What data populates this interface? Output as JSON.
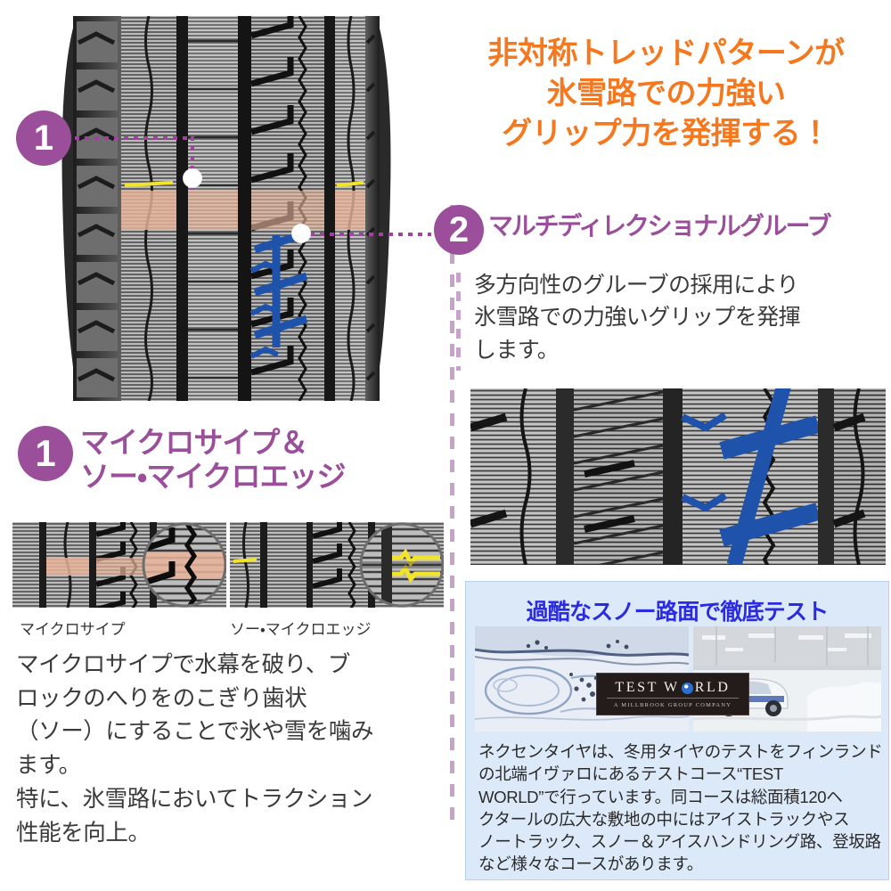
{
  "headline": {
    "lines": [
      "非対称トレッドパターンが",
      "氷雪路での力強い",
      "グリップ力を発揮する！"
    ],
    "color": "#f5781f"
  },
  "callouts": {
    "marker_1": "1",
    "marker_2": "2"
  },
  "section1": {
    "number": "1",
    "title_line1": "マイクロサイプ＆",
    "title_line2": "ソー・マイクロエッジ",
    "thumb_caption_1": "マイクロサイプ",
    "thumb_caption_2": "ソー・マイクロエッジ",
    "body_lines": [
      "マイクロサイプで水幕を破り、ブ",
      "ロックのへりをのこぎり歯状",
      "（ソー）にすることで氷や雪を噛み",
      "ます。",
      "特に、氷雪路においてトラクション",
      "性能を向上。"
    ]
  },
  "section2": {
    "number": "2",
    "title": "マルチディレクショナルグルーブ",
    "body_lines": [
      "多方向性のグルーブの採用により",
      "氷雪路での力強いグリップを発揮",
      "します。"
    ]
  },
  "testbox": {
    "title": "過酷なスノー路面で徹底テスト",
    "logo_wordmark_left": "TEST W",
    "logo_wordmark_right": "RLD",
    "logo_subtitle": "A MILLBROOK GROUP COMPANY",
    "body_lines": [
      "ネクセンタイヤは、冬用タイヤのテストをフィンランド",
      "の北端イヴァロにあるテストコース“TEST",
      "WORLD”で行っています。同コースは総面積120ヘ",
      "クタールの広大な敷地の中にはアイストラックやス",
      "ノートラック、スノー＆アイスハンドリング路、登坂路",
      "など様々なコースがあります。"
    ],
    "bg_color": "#dce9f9",
    "title_color": "#2b2be0"
  },
  "theme": {
    "purple": "#9b4f9b",
    "orange": "#f5781f",
    "groove_blue": "#1f53ab",
    "sipe_yellow": "#f2e42a",
    "block_salmon": "#e8b49a"
  }
}
